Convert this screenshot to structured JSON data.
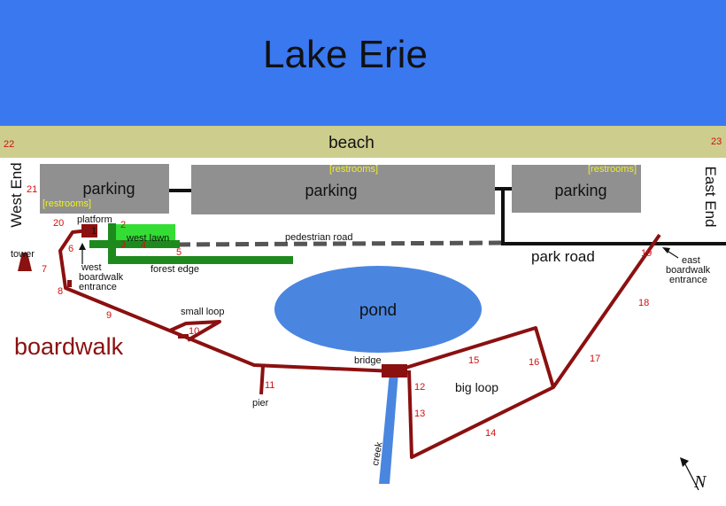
{
  "map": {
    "lake": "Lake Erie",
    "beach": "beach",
    "west_end": "West End",
    "east_end": "East End",
    "parking_1": "parking",
    "parking_2": "parking",
    "parking_3": "parking",
    "restrooms_1": "[restrooms]",
    "restrooms_2": "[restrooms]",
    "restrooms_3": "[restrooms]",
    "platform": "platform",
    "west_lawn": "west lawn",
    "pedestrian_road": "pedestrian road",
    "park_road": "park road",
    "forest_edge": "forest edge",
    "tower": "tower",
    "west_entrance_1": "west",
    "west_entrance_2": "boardwalk",
    "west_entrance_3": "entrance",
    "east_entrance_1": "east",
    "east_entrance_2": "boardwalk",
    "east_entrance_3": "entrance",
    "pond": "pond",
    "boardwalk": "boardwalk",
    "small_loop": "small loop",
    "pier": "pier",
    "bridge": "bridge",
    "big_loop": "big loop",
    "creek": "creek",
    "north": "N"
  },
  "points": {
    "p1": "1",
    "p2": "2",
    "p3": "3",
    "p4": "4",
    "p5": "5",
    "p6": "6",
    "p7": "7",
    "p8": "8",
    "p9": "9",
    "p10": "10",
    "p11": "11",
    "p12": "12",
    "p13": "13",
    "p14": "14",
    "p15": "15",
    "p16": "16",
    "p17": "17",
    "p18": "18",
    "p19": "19",
    "p20": "20",
    "p21": "21",
    "p22": "22",
    "p23": "23"
  },
  "colors": {
    "lake": "#3a78f0",
    "beach": "#cdcd8e",
    "parking": "#909090",
    "boardwalk": "#8b1010",
    "forest": "#1e8a1e",
    "lawn": "#33dd33",
    "pond": "#4a86e0",
    "restrooms": "#f0f020",
    "point_label": "#d01010"
  }
}
